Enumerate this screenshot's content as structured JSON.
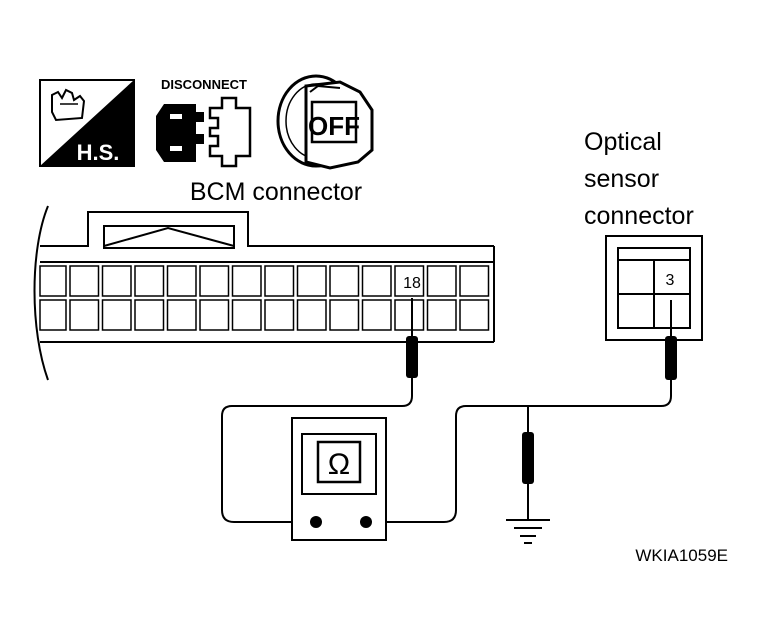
{
  "icons": {
    "hs_label": "H.S.",
    "disconnect_label": "DISCONNECT",
    "ignition_label": "OFF"
  },
  "bcm_connector": {
    "title": "BCM connector",
    "terminal_label": "18"
  },
  "optical_sensor_connector": {
    "title_line1": "Optical",
    "title_line2": "sensor",
    "title_line3": "connector",
    "terminal_label": "3"
  },
  "meter": {
    "symbol": "Ω"
  },
  "figure_id": "WKIA1059E"
}
